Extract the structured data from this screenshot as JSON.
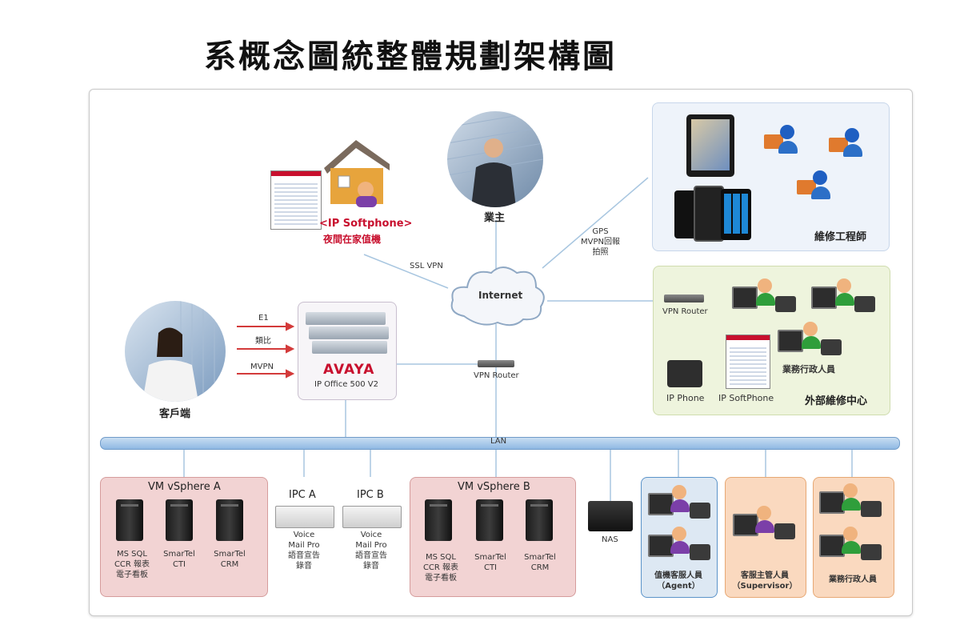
{
  "title": "系概念圖統整體規劃架構圖",
  "nodes": {
    "ip_softphone_label": "<IP Softphone>",
    "ip_softphone_sub": "夜間在家值機",
    "owner": "業主",
    "ssl_vpn": "SSL VPN",
    "gps": "GPS\nMVPN回報\n拍照",
    "repair_engineer": "維修工程師",
    "internet": "Internet",
    "e1": "E1",
    "analog": "類比",
    "mvpn": "MVPN",
    "avaya": "AVAYA",
    "ip_office": "IP Office 500 V2",
    "client": "客戶端",
    "vpn_router_center": "VPN Router",
    "vpn_router_right": "VPN Router",
    "ip_phone": "IP Phone",
    "ip_softphone_right": "IP SoftPhone",
    "admin_staff_green": "業務行政人員",
    "external_center": "外部維修中心",
    "lan": "LAN",
    "nas": "NAS"
  },
  "vsphere_a": {
    "title": "VM vSphere A",
    "servers": [
      "MS SQL\nCCR 報表\n電子看板",
      "SmarTel\nCTI",
      "SmarTel\nCRM"
    ]
  },
  "vsphere_b": {
    "title": "VM vSphere B",
    "servers": [
      "MS SQL\nCCR 報表\n電子看板",
      "SmarTel\nCTI",
      "SmarTel\nCRM"
    ]
  },
  "ipc_a": {
    "title": "IPC A",
    "desc": "Voice\nMail Pro\n語音宣告\n錄音"
  },
  "ipc_b": {
    "title": "IPC B",
    "desc": "Voice\nMail Pro\n語音宣告\n錄音"
  },
  "groups": {
    "agent": "值機客服人員\n（Agent）",
    "supervisor": "客服主管人員\n（Supervisor）",
    "admin": "業務行政人員"
  },
  "colors": {
    "lan_bar": "#8fb8e3",
    "line": "#a8c6e0",
    "red_arrow": "#d33a3a",
    "avaya_red": "#c8102e"
  }
}
